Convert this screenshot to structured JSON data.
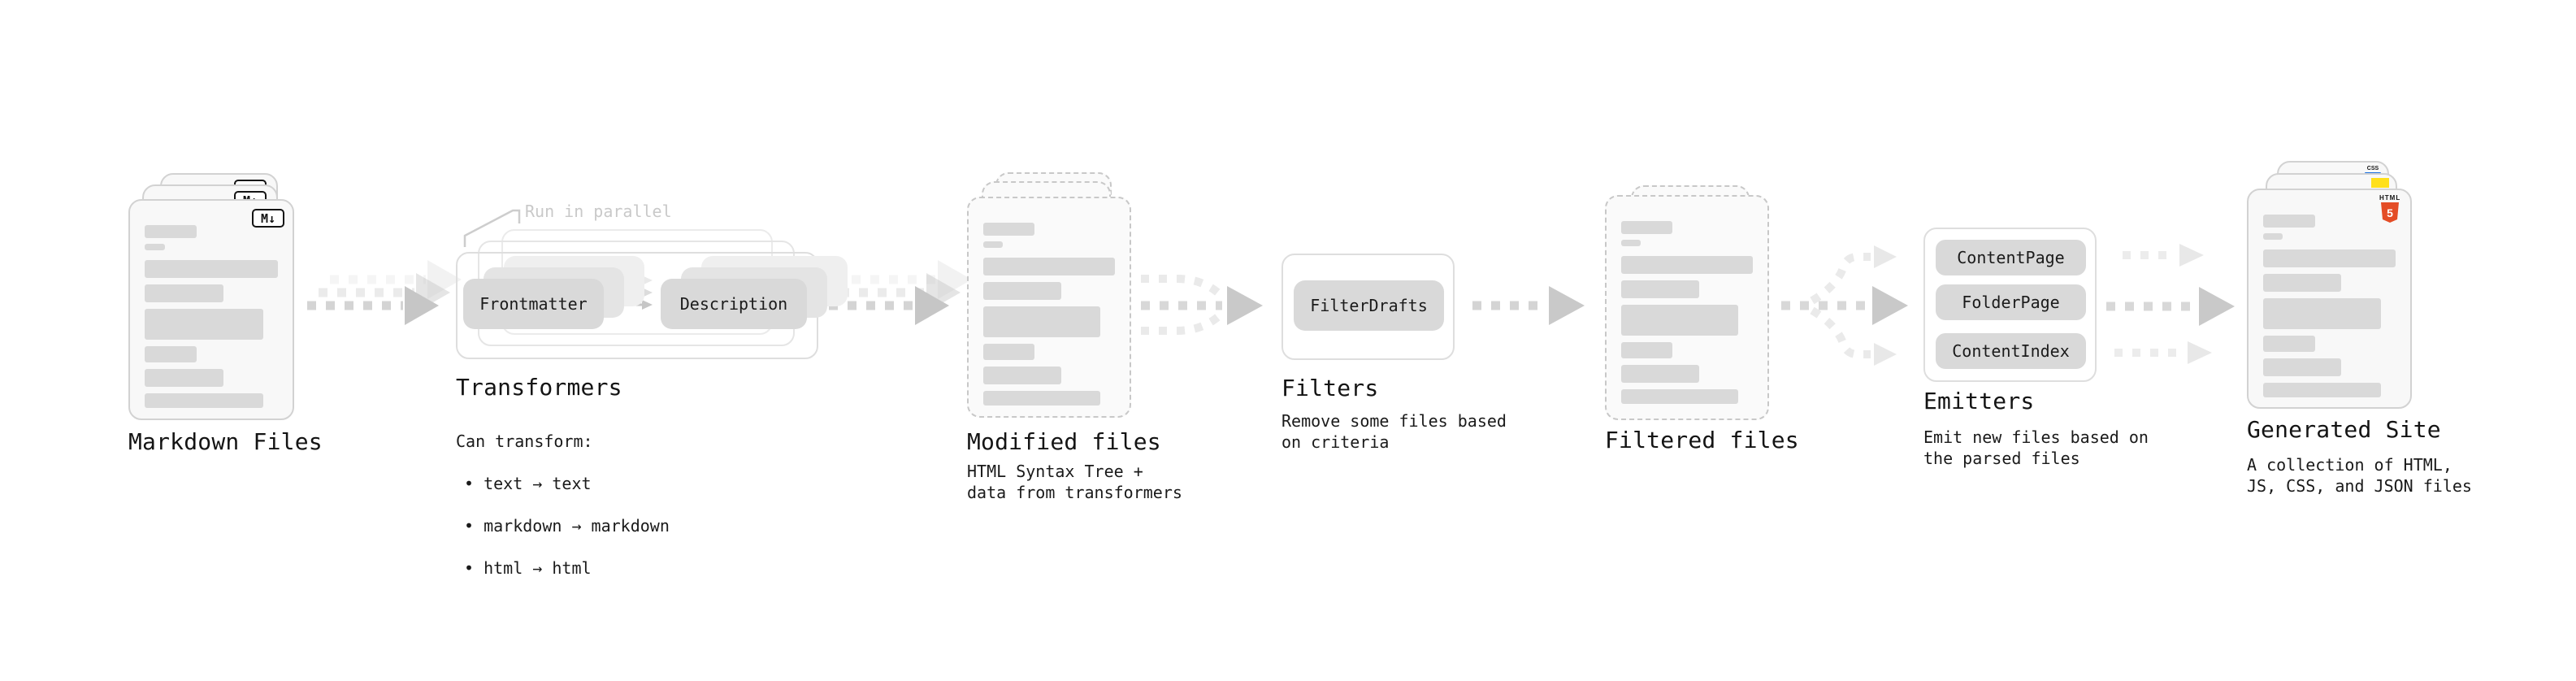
{
  "colors": {
    "html5_orange": "#e44d26",
    "js_yellow": "#ffe01a",
    "css_blue": "#1a6fe0",
    "doc_bar_gray": "#d9d9d9",
    "note_gray": "#c9c9c9"
  },
  "markdown": {
    "title": "Markdown Files",
    "badge": "M↓"
  },
  "transformers": {
    "title": "Transformers",
    "note": "Run in parallel",
    "pill_left": "Frontmatter",
    "pill_right": "Description",
    "desc_heading": "Can transform:",
    "bullets": [
      "• text → text",
      "• markdown → markdown",
      "• html → html"
    ]
  },
  "modified": {
    "title": "Modified files",
    "desc": "HTML Syntax Tree +\ndata from transformers"
  },
  "filters": {
    "title": "Filters",
    "pill": "FilterDrafts",
    "desc": "Remove some files based\non criteria"
  },
  "filtered": {
    "title": "Filtered files"
  },
  "emitters": {
    "title": "Emitters",
    "pills": [
      "ContentPage",
      "FolderPage",
      "ContentIndex"
    ],
    "desc": "Emit new files based on\nthe parsed files"
  },
  "generated": {
    "title": "Generated Site",
    "desc": "A collection of HTML,\nJS, CSS, and JSON files",
    "badges": {
      "css_word": "CSS",
      "html_word": "HTML",
      "html_number": "5"
    }
  }
}
